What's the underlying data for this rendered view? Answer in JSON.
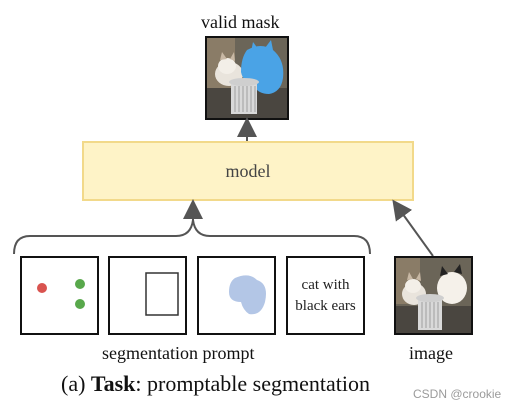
{
  "top_label": "valid mask",
  "model_label": "model",
  "prompt_text": "cat with black ears",
  "bottom_left_label": "segmentation prompt",
  "bottom_right_label": "image",
  "caption": {
    "prefix": "(a) ",
    "bold": "Task",
    "suffix": ": promptable segmentation"
  },
  "watermark": "CSDN @crookie",
  "colors": {
    "model_fill": "#fef3c7",
    "model_border": "#f2d98a",
    "point_red": "#d9534f",
    "point_green": "#58a84b",
    "mask_blue": "#4aa3e6",
    "mask_shape": "#b3c6e6",
    "arrow": "#555555"
  }
}
